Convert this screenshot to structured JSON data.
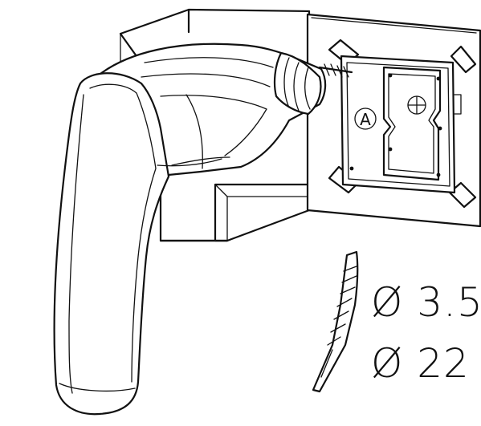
{
  "diagram": {
    "marker_label": "A",
    "drill_bit_sizes": [
      "Ø 3.5",
      "Ø 22"
    ]
  },
  "colors": {
    "line": "#111111",
    "background": "#ffffff"
  },
  "icons": [
    "cordless-drill-icon",
    "wall-box-icon",
    "mounting-plate-icon",
    "drill-bit-icon"
  ]
}
